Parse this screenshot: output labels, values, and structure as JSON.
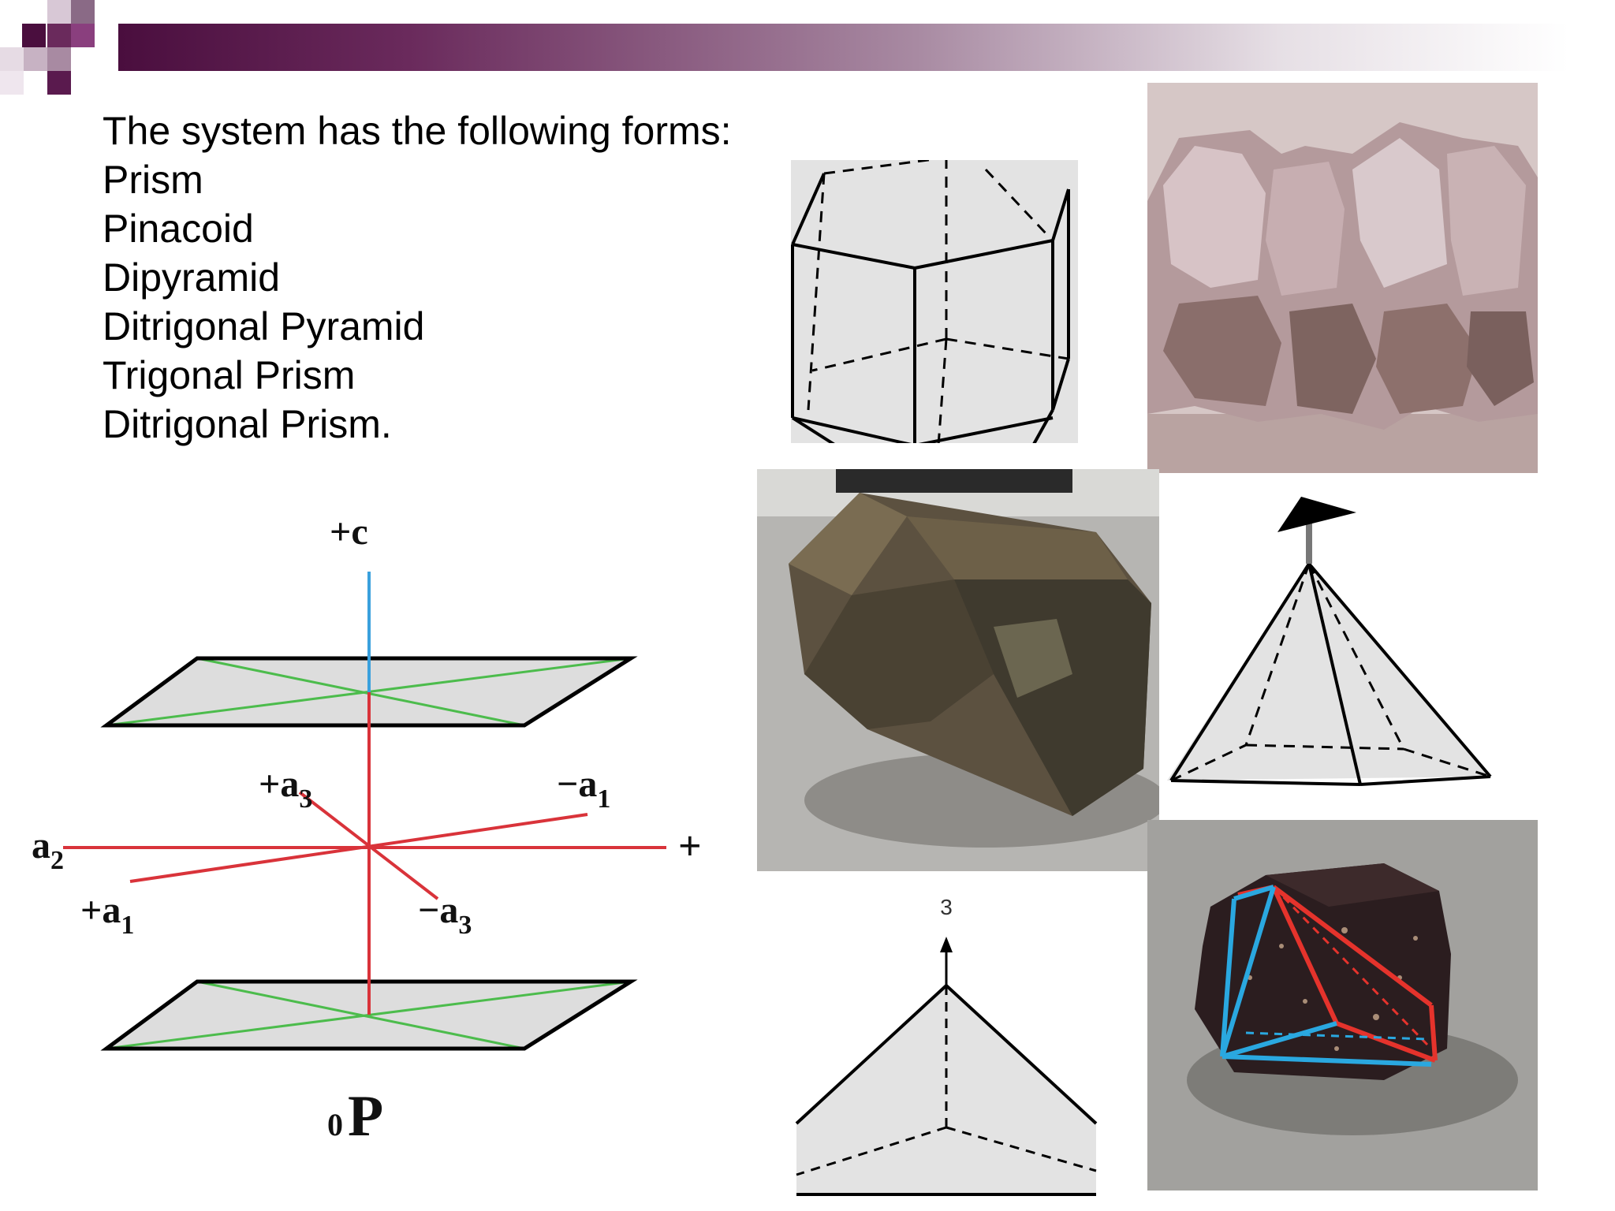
{
  "slide": {
    "lines": [
      "The system has the following forms:",
      "Prism",
      "Pinacoid",
      "Dipyramid",
      "Ditrigonal Pyramid",
      "Trigonal Prism",
      "Ditrigonal Prism."
    ]
  },
  "axis_figure": {
    "plus_c": "+c",
    "plus_a3": "+a",
    "plus_a3_sub": "3",
    "minus_a1": "−a",
    "minus_a1_sub": "1",
    "a2": "a",
    "a2_sub": "2",
    "plus_right": "+",
    "plus_a1": "+a",
    "plus_a1_sub": "1",
    "minus_a3": "−a",
    "minus_a3_sub": "3",
    "form_sub": "0",
    "form_symbol": "P"
  },
  "pyramid_figure": {
    "axis_label": "3"
  },
  "colors": {
    "accent_dark": "#4a0e3e",
    "accent_mid": "#8a3f7e",
    "axis_red": "#d9333a",
    "axis_blue": "#3aa0dd",
    "diag_green": "#4cbc4c",
    "face_gray": "#e3e3e3"
  }
}
